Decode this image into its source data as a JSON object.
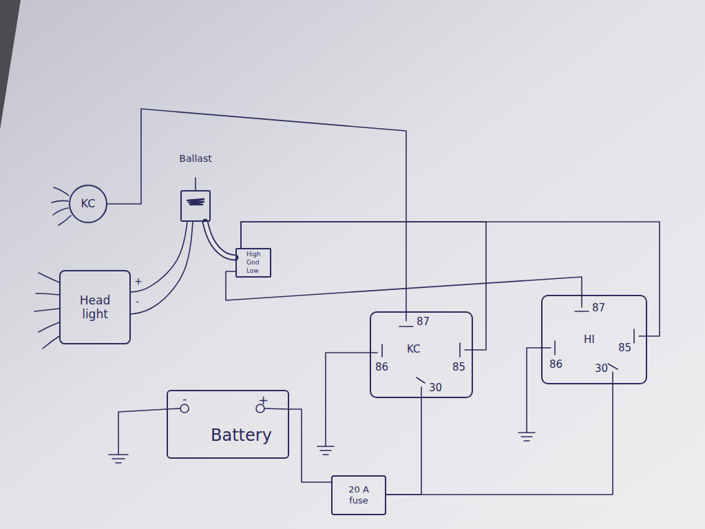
{
  "diagram": {
    "nodes": [
      {
        "text": [
          "KC"
        ]
      },
      {
        "text": [
          "Ballast"
        ]
      },
      {
        "text": [
          "Head light"
        ]
      },
      {
        "text": [
          "High",
          "Gnd",
          "Low"
        ]
      },
      {
        "text": [
          "KC",
          "87",
          "86",
          "85",
          "30"
        ]
      },
      {
        "text": [
          "HI",
          "87",
          "86",
          "85",
          "30"
        ]
      },
      {
        "text": [
          "-",
          "+",
          "Battery"
        ]
      },
      {
        "text": [
          "20 A fuse"
        ]
      }
    ],
    "edges": [
      {
        "from": 0,
        "to": 4,
        "arrow": "none"
      },
      {
        "from": 1,
        "to": 2,
        "arrow": "none"
      },
      {
        "from": 1,
        "to": 2,
        "arrow": "none"
      },
      {
        "from": 1,
        "to": 3,
        "arrow": "none"
      },
      {
        "from": 3,
        "to": 4,
        "arrow": "none"
      },
      {
        "from": 3,
        "to": 5,
        "arrow": "none"
      },
      {
        "from": 3,
        "to": 5,
        "arrow": "none"
      },
      {
        "from": 6,
        "to": 7,
        "arrow": "none"
      },
      {
        "from": 7,
        "to": 4,
        "arrow": "none"
      },
      {
        "from": 7,
        "to": 5,
        "arrow": "none"
      }
    ],
    "labels": [
      "+",
      "-"
    ]
  }
}
